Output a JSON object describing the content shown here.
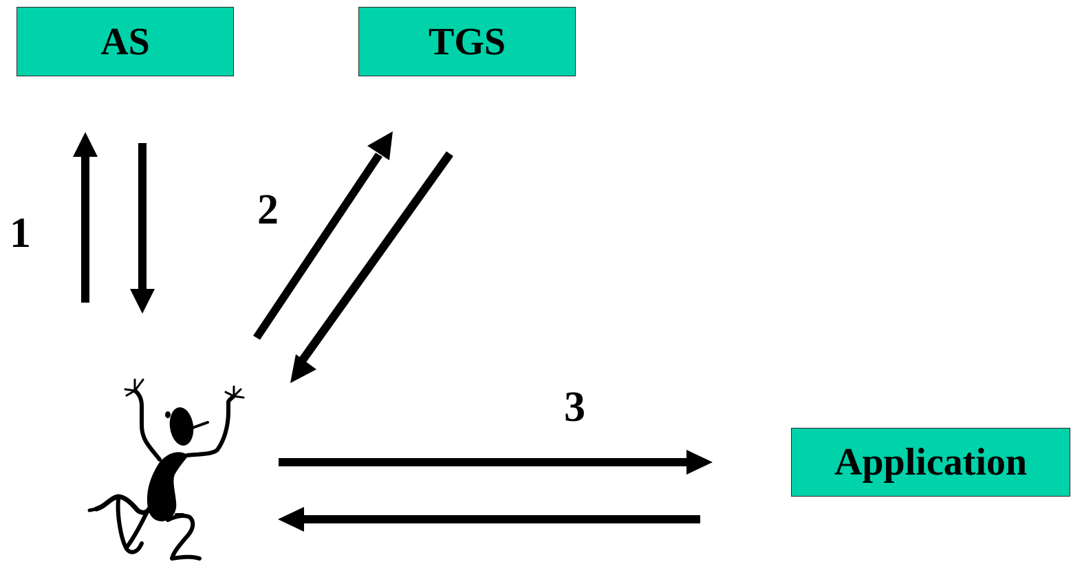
{
  "nodes": {
    "as": "AS",
    "tgs": "TGS",
    "application": "Application"
  },
  "steps": {
    "one": "1",
    "two": "2",
    "three": "3"
  },
  "colors": {
    "box_fill": "#00d2aa",
    "box_border": "#2a2a2a",
    "arrow": "#000000"
  },
  "icons": {
    "user": "dancing-person-icon"
  }
}
